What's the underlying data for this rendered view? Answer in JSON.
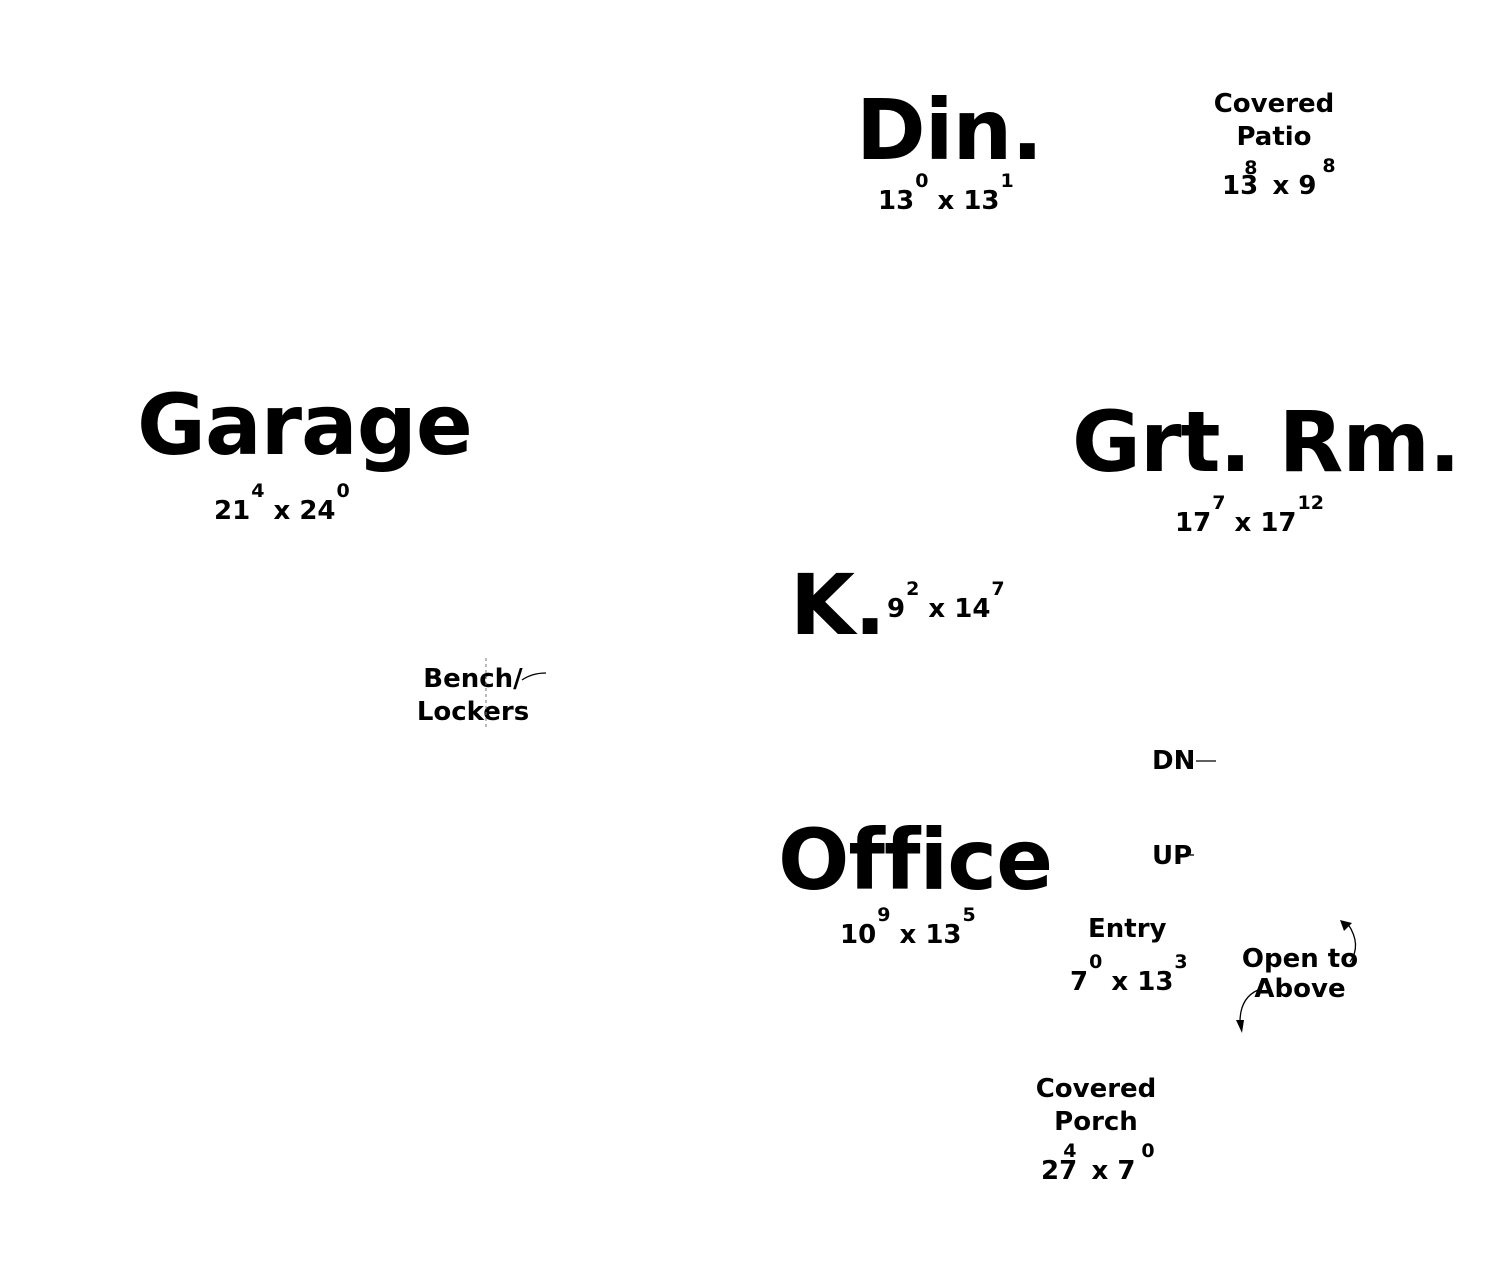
{
  "rooms": {
    "din": {
      "name": "Din.",
      "w": "13",
      "w_in": "0",
      "x": "x",
      "h": "13",
      "h_in": "1"
    },
    "covered_patio": {
      "line1": "Covered",
      "line2": "Patio",
      "w": "13",
      "w_in": "8",
      "x": "x",
      "h": "9",
      "h_in": "8"
    },
    "garage": {
      "name": "Garage",
      "w": "21",
      "w_in": "4",
      "x": "x",
      "h": "24",
      "h_in": "0"
    },
    "grt_rm": {
      "name": "Grt. Rm.",
      "w": "17",
      "w_in": "7",
      "x": "x",
      "h": "17",
      "h_in": "12"
    },
    "kitchen": {
      "name": "K.",
      "w": "9",
      "w_in": "2",
      "x": "x",
      "h": "14",
      "h_in": "7"
    },
    "bench": {
      "line1": "Bench/",
      "line2": "Lockers"
    },
    "dn": {
      "label": "DN"
    },
    "up": {
      "label": "UP"
    },
    "office": {
      "name": "Office",
      "w": "10",
      "w_in": "9",
      "x": "x",
      "h": "13",
      "h_in": "5"
    },
    "entry": {
      "name": "Entry",
      "w": "7",
      "w_in": "0",
      "x": "x",
      "h": "13",
      "h_in": "3"
    },
    "open_above": {
      "line1": "Open to",
      "line2": "Above"
    },
    "covered_porch": {
      "line1": "Covered",
      "line2": "Porch",
      "w": "27",
      "w_in": "4",
      "x": "x",
      "h": "7",
      "h_in": "0"
    }
  }
}
